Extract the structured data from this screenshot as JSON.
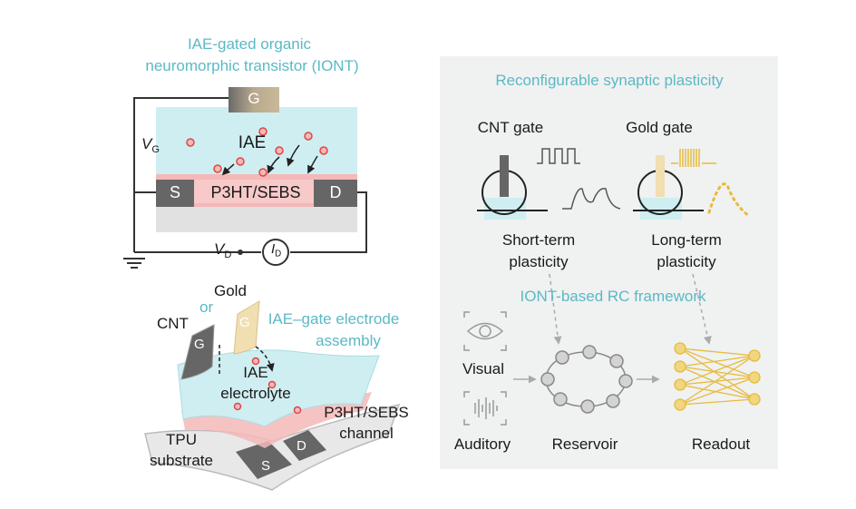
{
  "colors": {
    "teal": "#5bb9c6",
    "electrolyte": "#cfeef1",
    "channel_pink": "#f4b8b8",
    "electrode_dark": "#666666",
    "gold": "#e6bb3d",
    "panel_bg": "#f0f1f1",
    "ion_red": "#e04545"
  },
  "device": {
    "title_line1": "IAE-gated organic",
    "title_line2": "neuromorphic transistor (IONT)",
    "gate": "G",
    "electrolyte": "IAE",
    "source": "S",
    "channel": "P3HT/SEBS",
    "drain": "D",
    "vg_symbol": "V",
    "vg_sub": "G",
    "vd_symbol": "V",
    "vd_sub": "D",
    "id_symbol": "I",
    "id_sub": "D"
  },
  "assembly": {
    "gold": "Gold",
    "or": "or",
    "cnt": "CNT",
    "gate_g1": "G",
    "gate_g2": "G",
    "title_line1": "IAE–gate electrode",
    "title_line2": "assembly",
    "electrolyte_line1": "IAE",
    "electrolyte_line2": "electrolyte",
    "channel_line1": "P3HT/SEBS",
    "channel_line2": "channel",
    "substrate_line1": "TPU",
    "substrate_line2": "substrate",
    "drain": "D",
    "source": "S"
  },
  "plasticity": {
    "title": "Reconfigurable synaptic plasticity",
    "cnt_gate": "CNT gate",
    "gold_gate": "Gold gate",
    "short_line1": "Short-term",
    "short_line2": "plasticity",
    "long_line1": "Long-term",
    "long_line2": "plasticity"
  },
  "rc": {
    "title": "IONT-based RC framework",
    "visual": "Visual",
    "auditory": "Auditory",
    "reservoir": "Reservoir",
    "readout": "Readout"
  }
}
